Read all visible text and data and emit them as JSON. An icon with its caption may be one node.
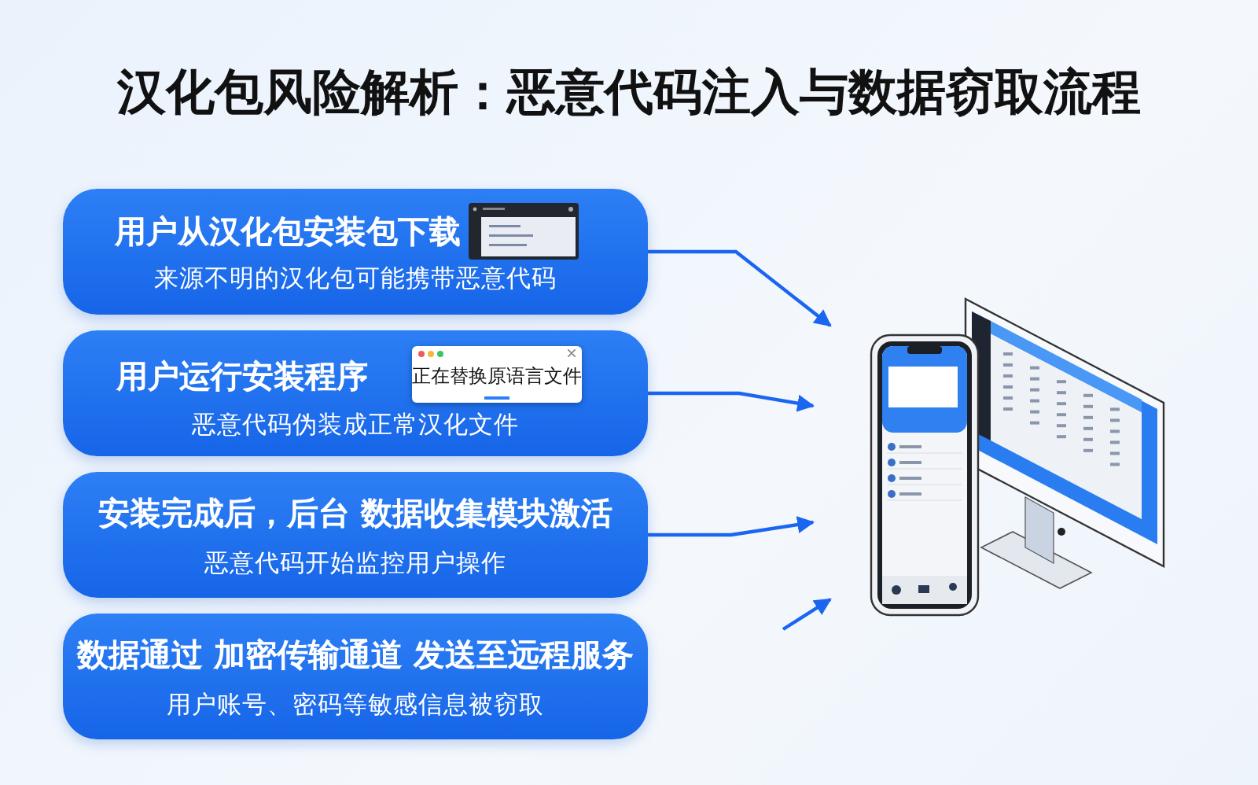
{
  "diagram": {
    "title": "汉化包风险解析：恶意代码注入与数据窃取流程",
    "nodes": [
      {
        "text": [
          "用户从汉化包安装包下载",
          "来源不明的汉化包可能携带恶意代码"
        ]
      },
      {
        "text": [
          "用户运行安装程序",
          "恶意代码伪装成正常汉化文件"
        ]
      },
      {
        "text": [
          "正在替换原语言文件"
        ],
        "in": 1
      },
      {
        "text": [
          "安装完成后，后台 数据收集模块激活",
          "恶意代码开始监控用户操作"
        ]
      },
      {
        "text": [
          "数据通过 加密传输通道 发送至远程服务",
          "用户账号、密码等敏感信息被窃取"
        ]
      },
      {
        "text": [],
        "shape": "picture"
      }
    ],
    "edges": [
      {
        "from": 0,
        "to": 5,
        "arrow": "to"
      },
      {
        "from": 1,
        "to": 5,
        "arrow": "to"
      },
      {
        "from": 3,
        "to": 5,
        "arrow": "to"
      },
      {
        "from": null,
        "to": 5,
        "arrow": "to"
      }
    ]
  }
}
